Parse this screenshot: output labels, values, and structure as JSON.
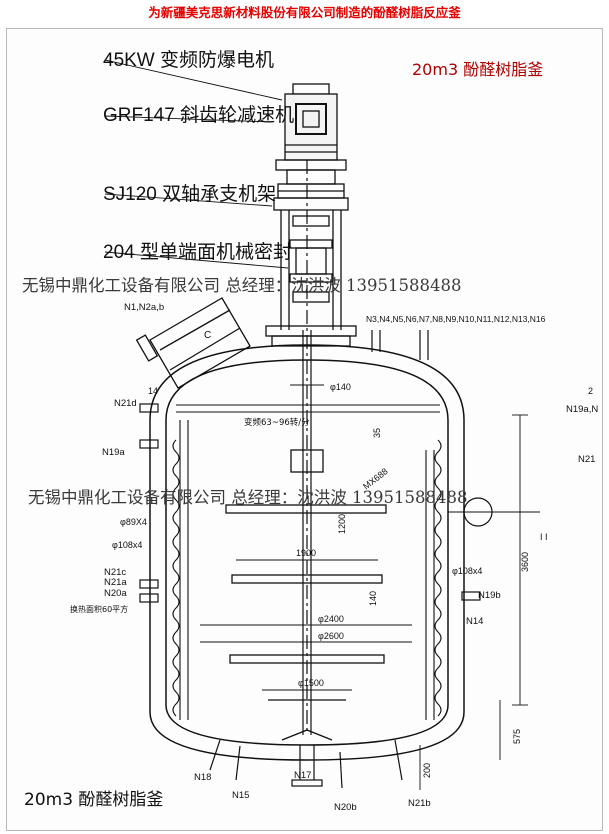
{
  "header": {
    "caption": "为新疆美克思新材料股份有限公司制造的酚醛树脂反应釜"
  },
  "title": {
    "top_right": "20m3 酚醛树脂釜",
    "bottom_left": "20m3  酚醛树脂釜"
  },
  "components": {
    "motor": "45KW 变频防爆电机",
    "reducer": "GRF147 斜齿轮减速机",
    "frame": "SJ120 双轴承支机架",
    "seal": "204 型单端面机械密封"
  },
  "watermarks": {
    "line1": "无锡中鼎化工设备有限公司  总经理：沈洪波  13951588488",
    "line2": "无锡中鼎化工设备有限公司  总经理：沈洪波  13951588488"
  },
  "nozzles": {
    "n1n2": "N1,N2a,b",
    "top_row": "N3,N4,N5,N6,N7,N8,N9,N10,N11,N12,N13,N16",
    "n21d": "N21d",
    "n19a": "N19a",
    "n21c": "N21c",
    "n21a": "N21a",
    "n20a": "N20a",
    "n19b": "N19b",
    "n14": "N14",
    "n18": "N18",
    "n15": "N15",
    "n17": "N17",
    "n20b": "N20b",
    "n21b": "N21b",
    "n19a_right": "N19a,N",
    "n21_right": "N21"
  },
  "dimensions": {
    "d140": "φ140",
    "speed": "变频63~96转/分",
    "d89": "φ89X4",
    "d108_left": "φ108x4",
    "d108_right": "φ108x4",
    "d1900": "1900",
    "d2400": "φ2400",
    "d2600": "φ2600",
    "d1500": "φ1500",
    "d3600": "3600",
    "d1200": "1200",
    "d140v": "140",
    "d575": "575",
    "d200": "200",
    "d14": "14",
    "d35": "35",
    "d2": "2",
    "mx688": "MX688",
    "heat_area": "换热面积60平方",
    "section": "I  I",
    "c_mark": "C"
  }
}
